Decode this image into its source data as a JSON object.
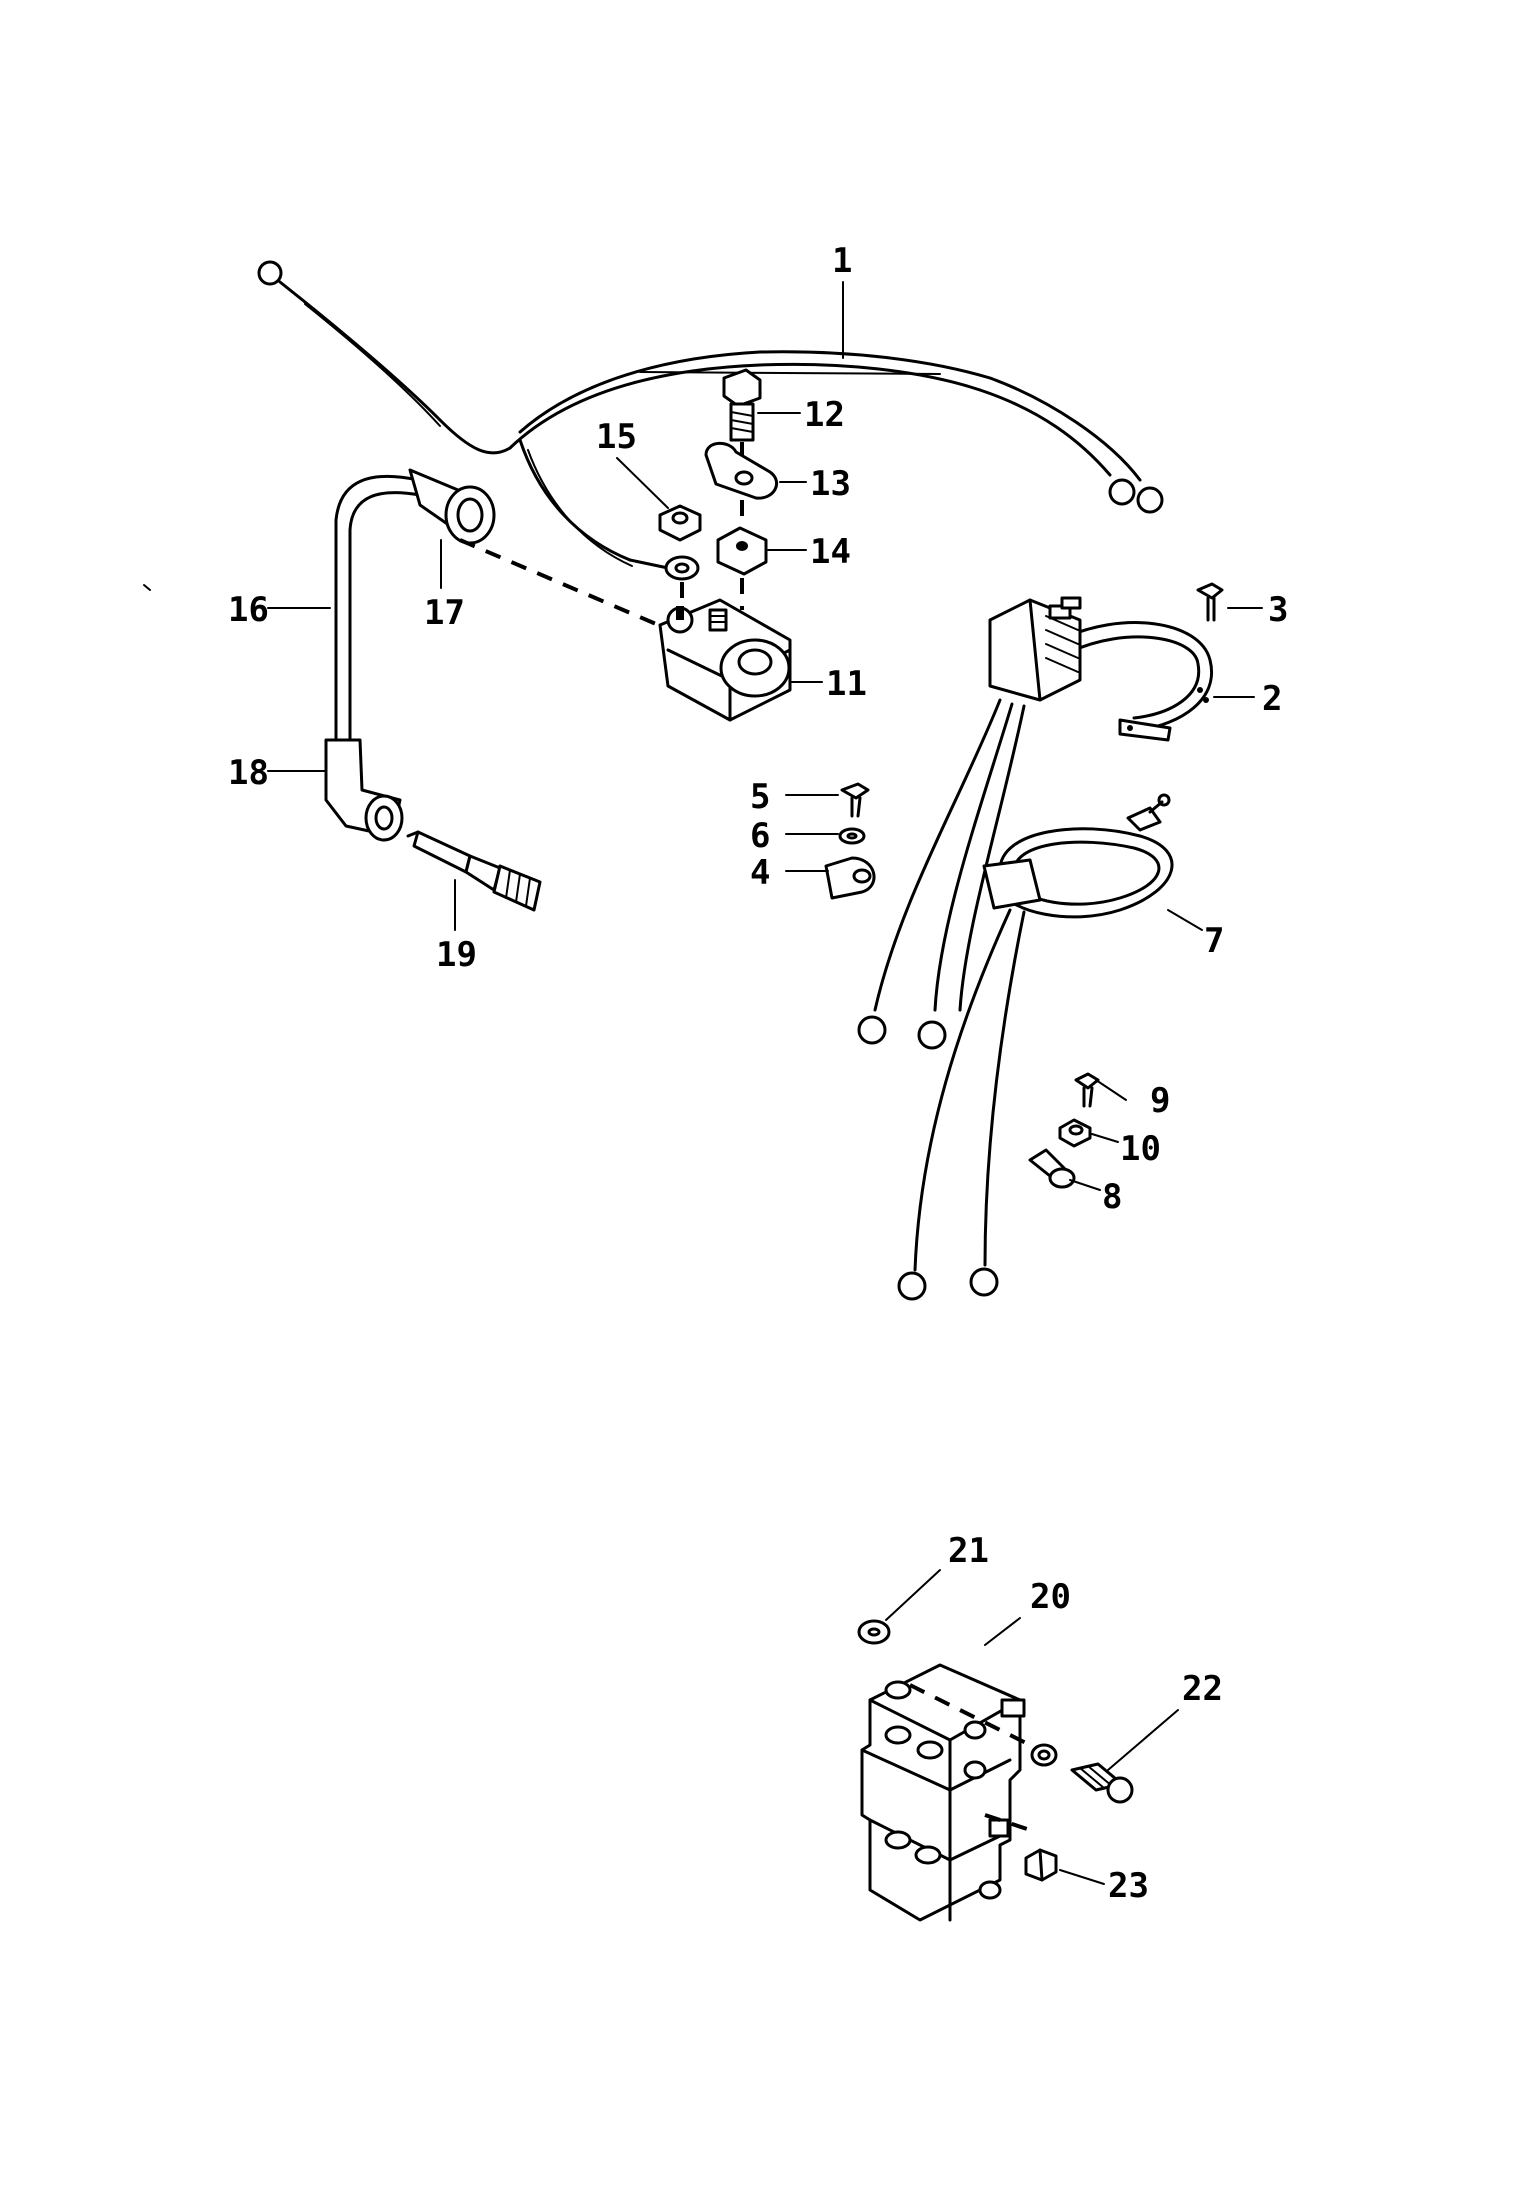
{
  "diagram": {
    "callouts": [
      {
        "id": "callout-1",
        "label": "1"
      },
      {
        "id": "callout-2",
        "label": "2"
      },
      {
        "id": "callout-3",
        "label": "3"
      },
      {
        "id": "callout-4",
        "label": "4"
      },
      {
        "id": "callout-5",
        "label": "5"
      },
      {
        "id": "callout-6",
        "label": "6"
      },
      {
        "id": "callout-7",
        "label": "7"
      },
      {
        "id": "callout-8",
        "label": "8"
      },
      {
        "id": "callout-9",
        "label": "9"
      },
      {
        "id": "callout-10",
        "label": "10"
      },
      {
        "id": "callout-11",
        "label": "11"
      },
      {
        "id": "callout-12",
        "label": "12"
      },
      {
        "id": "callout-13",
        "label": "13"
      },
      {
        "id": "callout-14",
        "label": "14"
      },
      {
        "id": "callout-15",
        "label": "15"
      },
      {
        "id": "callout-16",
        "label": "16"
      },
      {
        "id": "callout-17",
        "label": "17"
      },
      {
        "id": "callout-18",
        "label": "18"
      },
      {
        "id": "callout-19",
        "label": "19"
      },
      {
        "id": "callout-20",
        "label": "20"
      },
      {
        "id": "callout-21",
        "label": "21"
      },
      {
        "id": "callout-22",
        "label": "22"
      },
      {
        "id": "callout-23",
        "label": "23"
      }
    ],
    "ink_color": "#000000",
    "paper_color": "#ffffff"
  }
}
